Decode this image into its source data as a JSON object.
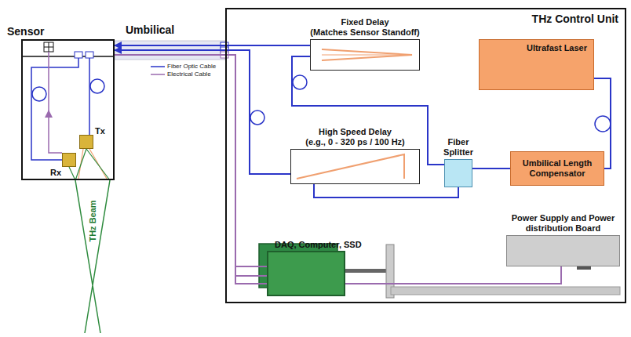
{
  "diagram": {
    "nodes": [
      {
        "text": [
          "Sensor"
        ]
      },
      {
        "text": [
          "Tx"
        ],
        "in": 0
      },
      {
        "text": [
          "Rx"
        ],
        "in": 0
      },
      {
        "text": [
          "THz Control Unit"
        ]
      },
      {
        "text": [
          "Fixed Delay",
          "(Matches Sensor Standoff)"
        ],
        "in": 3
      },
      {
        "text": [
          "Ultrafast Laser"
        ],
        "in": 3
      },
      {
        "text": [
          "High Speed Delay",
          "(e.g., 0 - 320 ps / 100 Hz)"
        ],
        "in": 3
      },
      {
        "text": [
          "Fiber Splitter"
        ],
        "in": 3
      },
      {
        "text": [
          "Umbilical Length Compensator"
        ],
        "in": 3
      },
      {
        "text": [
          "DAQ, Computer, SSD"
        ],
        "in": 3
      },
      {
        "text": [
          "Power Supply and Power distribution Board"
        ],
        "in": 3
      }
    ],
    "edges": [
      {
        "from": 5,
        "to": 8,
        "arrow": "none"
      },
      {
        "from": 8,
        "to": 7,
        "arrow": "none"
      },
      {
        "from": 7,
        "to": 4,
        "arrow": "none"
      },
      {
        "from": 7,
        "to": 6,
        "arrow": "none"
      },
      {
        "from": 4,
        "to": 0,
        "arrow": "to"
      },
      {
        "from": 6,
        "to": 0,
        "arrow": "to"
      },
      {
        "from": 0,
        "to": 9,
        "arrow": "none"
      },
      {
        "from": 0,
        "to": 10,
        "arrow": "none"
      }
    ],
    "labels": [
      "Umbilical",
      "THz Beam"
    ],
    "legend": [
      {
        "text": "Fiber Optic Cable"
      },
      {
        "text": "Electrical Cable"
      }
    ]
  }
}
